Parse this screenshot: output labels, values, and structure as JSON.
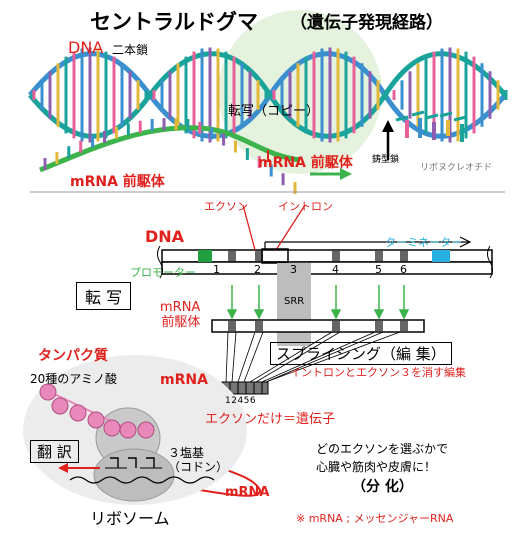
{
  "title": "セントラルドグマ",
  "subtitle": "（遺伝子発現経路）",
  "top": {
    "dna_label": "DNA",
    "dna_sub": "二本鎖",
    "transcription": "転写（コピー）",
    "mrna_precursor_right": "mRNA 前駆体",
    "template_strand": "鋳型鎖",
    "ribonucleotides": "リボヌクレオチド",
    "mrna_precursor_left": "mRNA 前駆体"
  },
  "bottom": {
    "exon": "エクソン",
    "intron": "イントロン",
    "dna_label": "DNA",
    "terminator": "ターミネーター",
    "promoter": "プロモーター",
    "exon_numbers": [
      "1",
      "2",
      "3",
      "4",
      "5",
      "6"
    ],
    "transcription_box": "転 写",
    "srr": "SRR",
    "mrna_precursor": [
      "mRNA",
      "前駆体"
    ],
    "splicing_box": "スプライシング（編 集）",
    "erase_note": "イントロンとエクソン３を消す編集",
    "mrna_mature": "mRNA",
    "mature_numbers": "12456",
    "exon_only": "エクソンだけ＝遺伝子",
    "protein": "タンパク質",
    "amino_acids": "20種のアミノ酸",
    "translation_box": "翻 訳",
    "codon": [
      "３塩基",
      "（コドン）"
    ],
    "mrna_bottom": "mRNA",
    "ribosome": "リボソーム",
    "choice_line1": "どのエクソンを選ぶかで",
    "choice_line2": "心臓や筋肉や皮膚に！",
    "differentiation": "（分 化）",
    "footnote": "※ mRNA ; メッセンジャーRNA"
  },
  "colors": {
    "red": "#e0211d",
    "green": "#3cb44b",
    "cyan": "#2ab0e0",
    "pink": "#e8609a",
    "helix_blue": "#3a8fcf",
    "helix_teal": "#1aa39a"
  }
}
